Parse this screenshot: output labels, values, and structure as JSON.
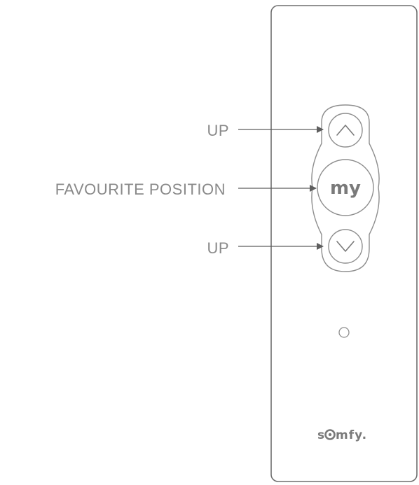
{
  "callouts": {
    "up_label": "UP",
    "favourite_label": "FAVOURITE POSITION",
    "down_label": "UP"
  },
  "remote": {
    "my_button_label": "my",
    "up_button_icon": "chevron-up-icon",
    "down_button_icon": "chevron-down-icon",
    "indicator_icon": "led-indicator-icon",
    "brand_logo": "somfy."
  },
  "colors": {
    "outline": "#6e6e6e",
    "text": "#8a8a8a",
    "arrow": "#5e5e5e",
    "background": "#ffffff"
  }
}
